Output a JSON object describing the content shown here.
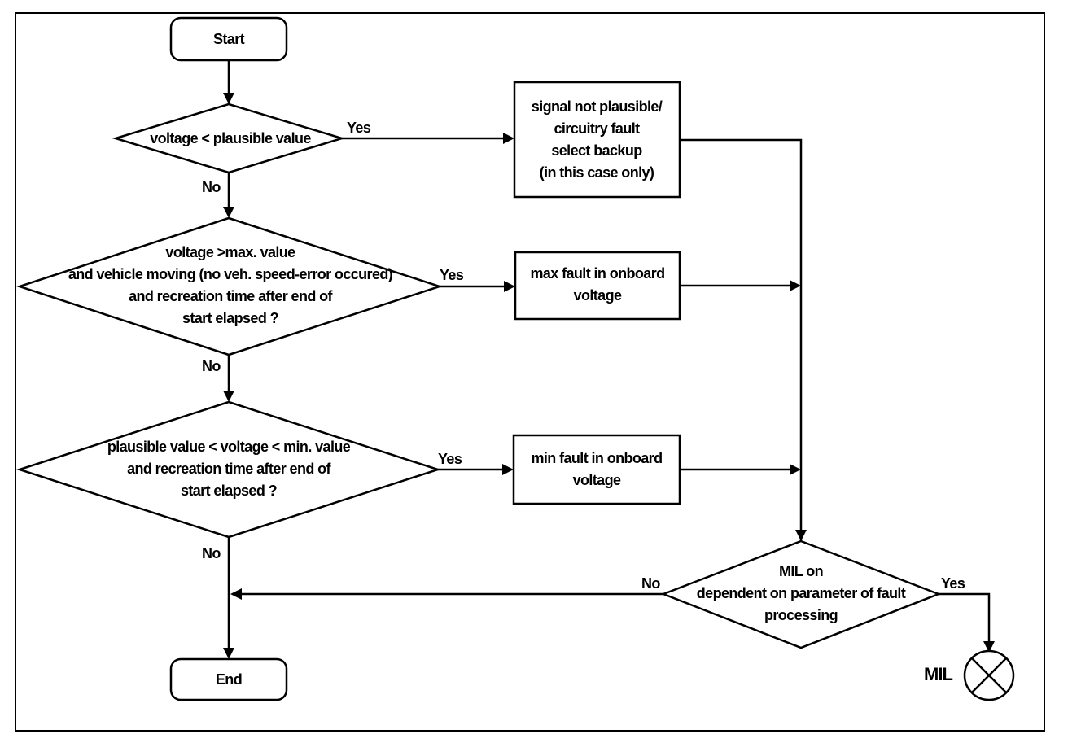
{
  "start": "Start",
  "end": "End",
  "decisions": {
    "d1": [
      "voltage < plausible value"
    ],
    "d2": [
      "voltage >max. value",
      "and vehicle moving (no veh. speed-error occured)",
      "and recreation time  after end of",
      "start elapsed ?"
    ],
    "d3": [
      "plausible value < voltage < min. value",
      "and recreation time after end of",
      "start elapsed ?"
    ],
    "mil": [
      "MIL on",
      "dependent on parameter of fault",
      "processing"
    ]
  },
  "actions": {
    "a1": [
      "signal not plausible/",
      "circuitry fault",
      "select backup",
      "(in this case only)"
    ],
    "a2": [
      "max fault in onboard",
      "voltage"
    ],
    "a3": [
      "min fault in onboard",
      "voltage"
    ]
  },
  "edges": {
    "d1_yes": "Yes",
    "d1_no": "No",
    "d2_yes": "Yes",
    "d2_no": "No",
    "d3_yes": "Yes",
    "d3_no": "No",
    "mil_no": "No",
    "mil_yes": "Yes"
  },
  "lamp": {
    "label": "MIL",
    "icon": "warning-lamp-icon"
  }
}
